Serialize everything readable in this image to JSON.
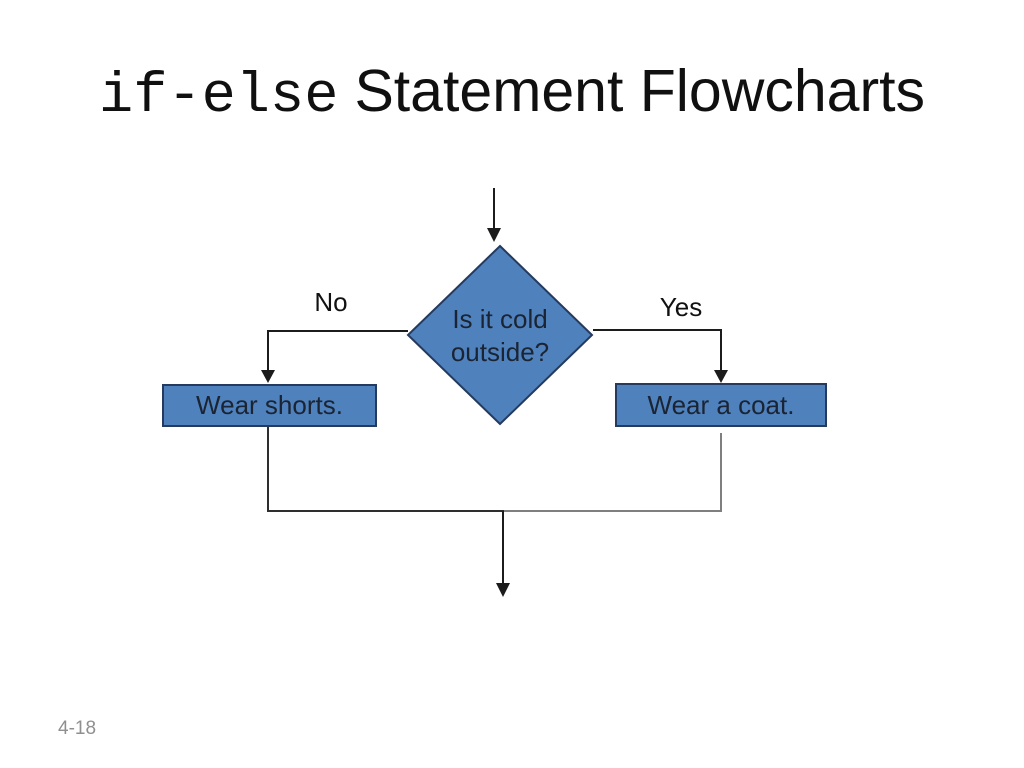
{
  "title": {
    "code_part": "if-else",
    "text_part": "Statement Flowcharts"
  },
  "flowchart": {
    "decision_label": "Is it cold outside?",
    "no_label": "No",
    "yes_label": "Yes",
    "left_action": "Wear shorts.",
    "right_action": "Wear a coat."
  },
  "footer": {
    "page_number": "4-18"
  },
  "colors": {
    "shape_fill": "#4F81BD",
    "shape_border": "#243A5E",
    "shape_text": "#1A2433",
    "connector_dark": "#1C1C1C",
    "connector_merge_left": "#2E2E2E",
    "connector_merge_right": "#7F7F7F",
    "page_number_gray": "#8F8F8F"
  }
}
